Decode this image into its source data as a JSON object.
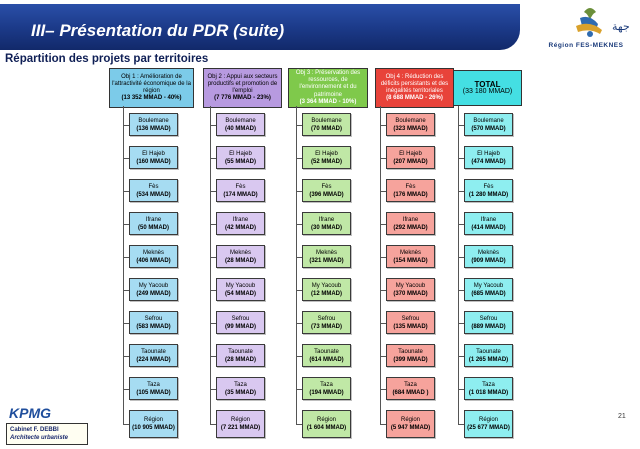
{
  "header": {
    "title": "III– Présentation du PDR (suite)",
    "subtitle": "Répartition des projets par territoires",
    "logo_caption": "Région FES-MEKNES"
  },
  "columns": [
    {
      "id": "obj1",
      "heading": "Obj 1 : Amélioration de l'attractivité économique de la région",
      "heading_value": "(13 352 MMAD - 40%)",
      "items": [
        {
          "name": "Boulemane",
          "value": "(136 MMAD)"
        },
        {
          "name": "El Hajeb",
          "value": "(160 MMAD)"
        },
        {
          "name": "Fès",
          "value": "(534 MMAD)"
        },
        {
          "name": "Ifrane",
          "value": "(50 MMAD)"
        },
        {
          "name": "Meknès",
          "value": "(406 MMAD)"
        },
        {
          "name": "My Yacoub",
          "value": "(249 MMAD)"
        },
        {
          "name": "Sefrou",
          "value": "(583 MMAD)"
        },
        {
          "name": "Taounate",
          "value": "(224 MMAD)"
        },
        {
          "name": "Taza",
          "value": "(105 MMAD)"
        },
        {
          "name": "Région",
          "value": "(10 905 MMAD)"
        }
      ]
    },
    {
      "id": "obj2",
      "heading": "Obj 2 : Appui aux secteurs productifs et promotion de l'emploi",
      "heading_value": "(7 776 MMAD - 23%)",
      "items": [
        {
          "name": "Boulemane",
          "value": "(40 MMAD)"
        },
        {
          "name": "El Hajeb",
          "value": "(55 MMAD)"
        },
        {
          "name": "Fès",
          "value": "(174 MMAD)"
        },
        {
          "name": "Ifrane",
          "value": "(42 MMAD)"
        },
        {
          "name": "Meknès",
          "value": "(28 MMAD)"
        },
        {
          "name": "My Yacoub",
          "value": "(54 MMAD)"
        },
        {
          "name": "Sefrou",
          "value": "(99 MMAD)"
        },
        {
          "name": "Taounate",
          "value": "(28 MMAD)"
        },
        {
          "name": "Taza",
          "value": "(35 MMAD)"
        },
        {
          "name": "Région",
          "value": "(7 221 MMAD)"
        }
      ]
    },
    {
      "id": "obj3",
      "heading": "Obj 3 : Préservation des ressources, de l'environnement et du patrimoine",
      "heading_value": "(3 364 MMAD - 10%)",
      "items": [
        {
          "name": "Boulemane",
          "value": "(70 MMAD)"
        },
        {
          "name": "El Hajeb",
          "value": "(52 MMAD)"
        },
        {
          "name": "Fès",
          "value": "(396 MMAD)"
        },
        {
          "name": "Ifrane",
          "value": "(30 MMAD)"
        },
        {
          "name": "Meknès",
          "value": "(321 MMAD)"
        },
        {
          "name": "My Yacoub",
          "value": "(12 MMAD)"
        },
        {
          "name": "Sefrou",
          "value": "(73 MMAD)"
        },
        {
          "name": "Taounate",
          "value": "(614 MMAD)"
        },
        {
          "name": "Taza",
          "value": "(194 MMAD)"
        },
        {
          "name": "Région",
          "value": "(1 604 MMAD)"
        }
      ]
    },
    {
      "id": "obj4",
      "heading": "Obj 4 : Réduction des déficits persistants et des inégalités territoriales",
      "heading_value": "(8 688 MMAD - 26%)",
      "items": [
        {
          "name": "Boulemane",
          "value": "(323 MMAD)"
        },
        {
          "name": "El Hajeb",
          "value": "(207 MMAD)"
        },
        {
          "name": "Fès",
          "value": "(176 MMAD)"
        },
        {
          "name": "Ifrane",
          "value": "(292 MMAD)"
        },
        {
          "name": "Meknès",
          "value": "(154 MMAD)"
        },
        {
          "name": "My Yacoub",
          "value": "(370 MMAD)"
        },
        {
          "name": "Sefrou",
          "value": "(135 MMAD)"
        },
        {
          "name": "Taounate",
          "value": "(399 MMAD)"
        },
        {
          "name": "Taza",
          "value": "(684 MMAD )"
        },
        {
          "name": "Région",
          "value": "(5 947 MMAD)"
        }
      ]
    },
    {
      "id": "total",
      "heading": "TOTAL",
      "heading_value": "(33 180 MMAD)",
      "items": [
        {
          "name": "Boulemane",
          "value": "(570 MMAD)"
        },
        {
          "name": "El Hajeb",
          "value": "(474 MMAD)"
        },
        {
          "name": "Fès",
          "value": "(1 280 MMAD)"
        },
        {
          "name": "Ifrane",
          "value": "(414 MMAD)"
        },
        {
          "name": "Meknès",
          "value": "(909 MMAD)"
        },
        {
          "name": "My Yacoub",
          "value": "(685 MMAD)"
        },
        {
          "name": "Sefrou",
          "value": "(889 MMAD)"
        },
        {
          "name": "Taounate",
          "value": "(1 265 MMAD)"
        },
        {
          "name": "Taza",
          "value": "(1 018 MMAD)"
        },
        {
          "name": "Région",
          "value": "(25 677 MMAD)"
        }
      ]
    }
  ],
  "footer": {
    "kpmg": "KPMG",
    "cabinet_line1": "Cabinet F. DEBBI",
    "cabinet_line2": "Architecte urbaniste",
    "page_number": "21"
  },
  "colors": {
    "title_bar": "#1b3987",
    "obj1": "#a6dcf2",
    "obj2": "#d9c8f0",
    "obj3": "#c0e8a6",
    "obj4": "#f6a39c",
    "total": "#8eeef0"
  }
}
